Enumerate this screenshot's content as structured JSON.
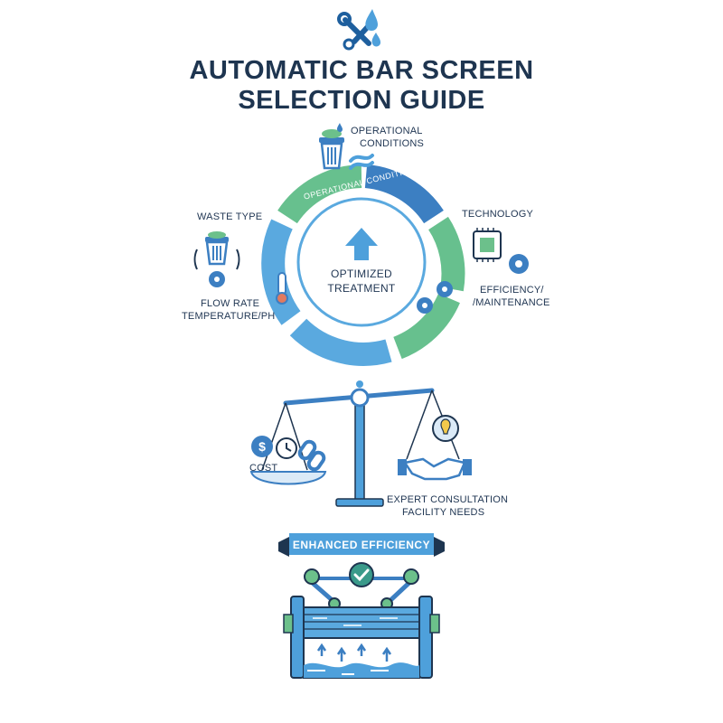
{
  "header": {
    "title_line1": "AUTOMATIC BAR SCREEN",
    "title_line2": "SELECTION GUIDE",
    "icon": "tools-water-drop-icon"
  },
  "cycle": {
    "arc_label": "OPERATIONAL CONDITIONS",
    "center_label_line1": "OPTIMIZED",
    "center_label_line2": "TREATMENT",
    "center_icon": "arrow-up-icon",
    "labels": {
      "operational_line1": "OPERATIONAL",
      "operational_line2": "CONDITIONS",
      "waste_type": "WASTE TYPE",
      "flow_rate": "FLOW RATE",
      "temperature_ph": "TEMPERATURE/PH",
      "technology": "TECHNOLOGY",
      "efficiency_line1": "EFFICIENCY/",
      "efficiency_line2": "/MAINTENANCE"
    }
  },
  "balance": {
    "left_label": "COST",
    "right_label_line1": "EXPERT CONSULTATION",
    "right_label_line2": "FACILITY NEEDS",
    "left_icons": [
      "dollar-icon",
      "clock-icon",
      "chain-link-icon"
    ],
    "right_icons": [
      "lightbulb-brain-icon",
      "handshake-icon"
    ]
  },
  "machine": {
    "banner": "ENHANCED EFFICIENCY",
    "icon": "check-icon"
  },
  "colors": {
    "navy": "#1e3550",
    "blue": "#3b82c4",
    "light_blue": "#5aa9df",
    "green": "#6cc08b",
    "teal": "#3a9a8a"
  }
}
